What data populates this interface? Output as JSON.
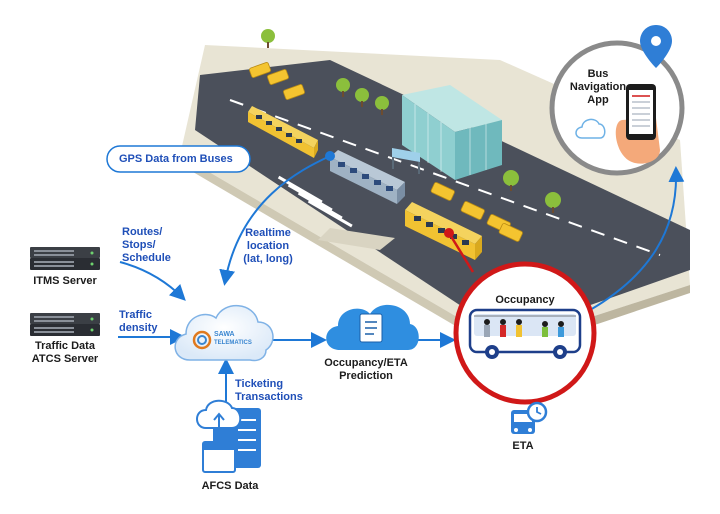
{
  "labels": {
    "gps": "GPS Data from Buses",
    "realtime": "Realtime\nlocation\n(lat, long)",
    "routes": "Routes/\nStops/\nSchedule",
    "itms": "ITMS Server",
    "traffic_density": "Traffic\ndensity",
    "traffic_server": "Traffic Data\nATCS Server",
    "ticketing": "Ticketing\nTransactions",
    "afcs": "AFCS Data",
    "prediction": "Occupancy/ETA\nPrediction",
    "occupancy": "Occupancy",
    "eta": "ETA",
    "app": "Bus\nNavigation\nApp",
    "logo_top": "SAWA",
    "logo_bottom": "TELEMATICS"
  },
  "colors": {
    "arrow": "#1e78d6",
    "label_blue": "#1f4fb8",
    "gps_marker": "#1e78d6",
    "occupancy_marker": "#d01818",
    "ground": "#e6e2d2",
    "road": "#4a4f5a",
    "bus_yellow": "#f1c232",
    "taxi": "#f4c430"
  }
}
